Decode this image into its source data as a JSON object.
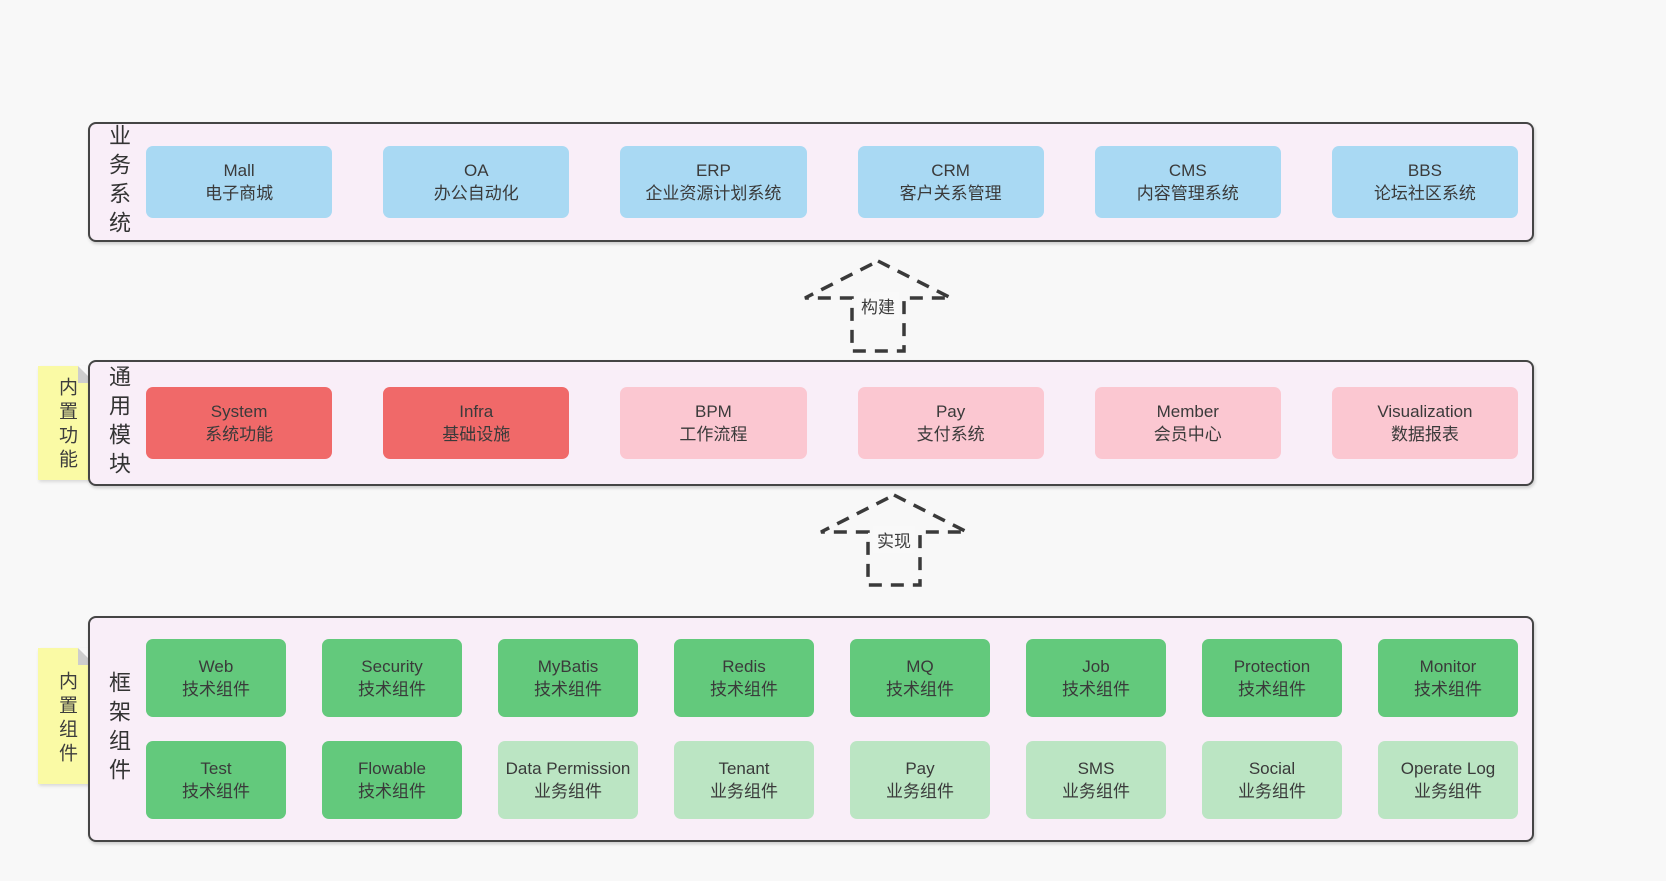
{
  "colors": {
    "page_background": "#f8f8f8",
    "container_background": "#f9eef8",
    "container_border": "#454545",
    "blue_box": "#a9d9f3",
    "red_box": "#f06969",
    "pink_box": "#fbc7d1",
    "green_box": "#63c97c",
    "light_green_box": "#bbe5c3",
    "sticky_note": "#fafaa5",
    "arrow_stroke": "#3a3a3a"
  },
  "arrows": [
    {
      "label": "构建"
    },
    {
      "label": "实现"
    }
  ],
  "layers": [
    {
      "id": "business-systems",
      "vertical_label": "业务系统",
      "note": null,
      "rows": [
        [
          {
            "title": "Mall",
            "subtitle": "电子商城",
            "variant": "blue"
          },
          {
            "title": "OA",
            "subtitle": "办公自动化",
            "variant": "blue"
          },
          {
            "title": "ERP",
            "subtitle": "企业资源计划系统",
            "variant": "blue"
          },
          {
            "title": "CRM",
            "subtitle": "客户关系管理",
            "variant": "blue"
          },
          {
            "title": "CMS",
            "subtitle": "内容管理系统",
            "variant": "blue"
          },
          {
            "title": "BBS",
            "subtitle": "论坛社区系统",
            "variant": "blue"
          }
        ]
      ]
    },
    {
      "id": "common-modules",
      "vertical_label": "通用模块",
      "note": "内置功能",
      "rows": [
        [
          {
            "title": "System",
            "subtitle": "系统功能",
            "variant": "red"
          },
          {
            "title": "Infra",
            "subtitle": "基础设施",
            "variant": "red"
          },
          {
            "title": "BPM",
            "subtitle": "工作流程",
            "variant": "pink"
          },
          {
            "title": "Pay",
            "subtitle": "支付系统",
            "variant": "pink"
          },
          {
            "title": "Member",
            "subtitle": "会员中心",
            "variant": "pink"
          },
          {
            "title": "Visualization",
            "subtitle": "数据报表",
            "variant": "pink"
          }
        ]
      ]
    },
    {
      "id": "framework-components",
      "vertical_label": "框架组件",
      "note": "内置组件",
      "rows": [
        [
          {
            "title": "Web",
            "subtitle": "技术组件",
            "variant": "green"
          },
          {
            "title": "Security",
            "subtitle": "技术组件",
            "variant": "green"
          },
          {
            "title": "MyBatis",
            "subtitle": "技术组件",
            "variant": "green"
          },
          {
            "title": "Redis",
            "subtitle": "技术组件",
            "variant": "green"
          },
          {
            "title": "MQ",
            "subtitle": "技术组件",
            "variant": "green"
          },
          {
            "title": "Job",
            "subtitle": "技术组件",
            "variant": "green"
          },
          {
            "title": "Protection",
            "subtitle": "技术组件",
            "variant": "green"
          },
          {
            "title": "Monitor",
            "subtitle": "技术组件",
            "variant": "green"
          }
        ],
        [
          {
            "title": "Test",
            "subtitle": "技术组件",
            "variant": "green"
          },
          {
            "title": "Flowable",
            "subtitle": "技术组件",
            "variant": "green"
          },
          {
            "title": "Data Permission",
            "subtitle": "业务组件",
            "variant": "lightgreen"
          },
          {
            "title": "Tenant",
            "subtitle": "业务组件",
            "variant": "lightgreen"
          },
          {
            "title": "Pay",
            "subtitle": "业务组件",
            "variant": "lightgreen"
          },
          {
            "title": "SMS",
            "subtitle": "业务组件",
            "variant": "lightgreen"
          },
          {
            "title": "Social",
            "subtitle": "业务组件",
            "variant": "lightgreen"
          },
          {
            "title": "Operate Log",
            "subtitle": "业务组件",
            "variant": "lightgreen"
          }
        ]
      ]
    }
  ]
}
